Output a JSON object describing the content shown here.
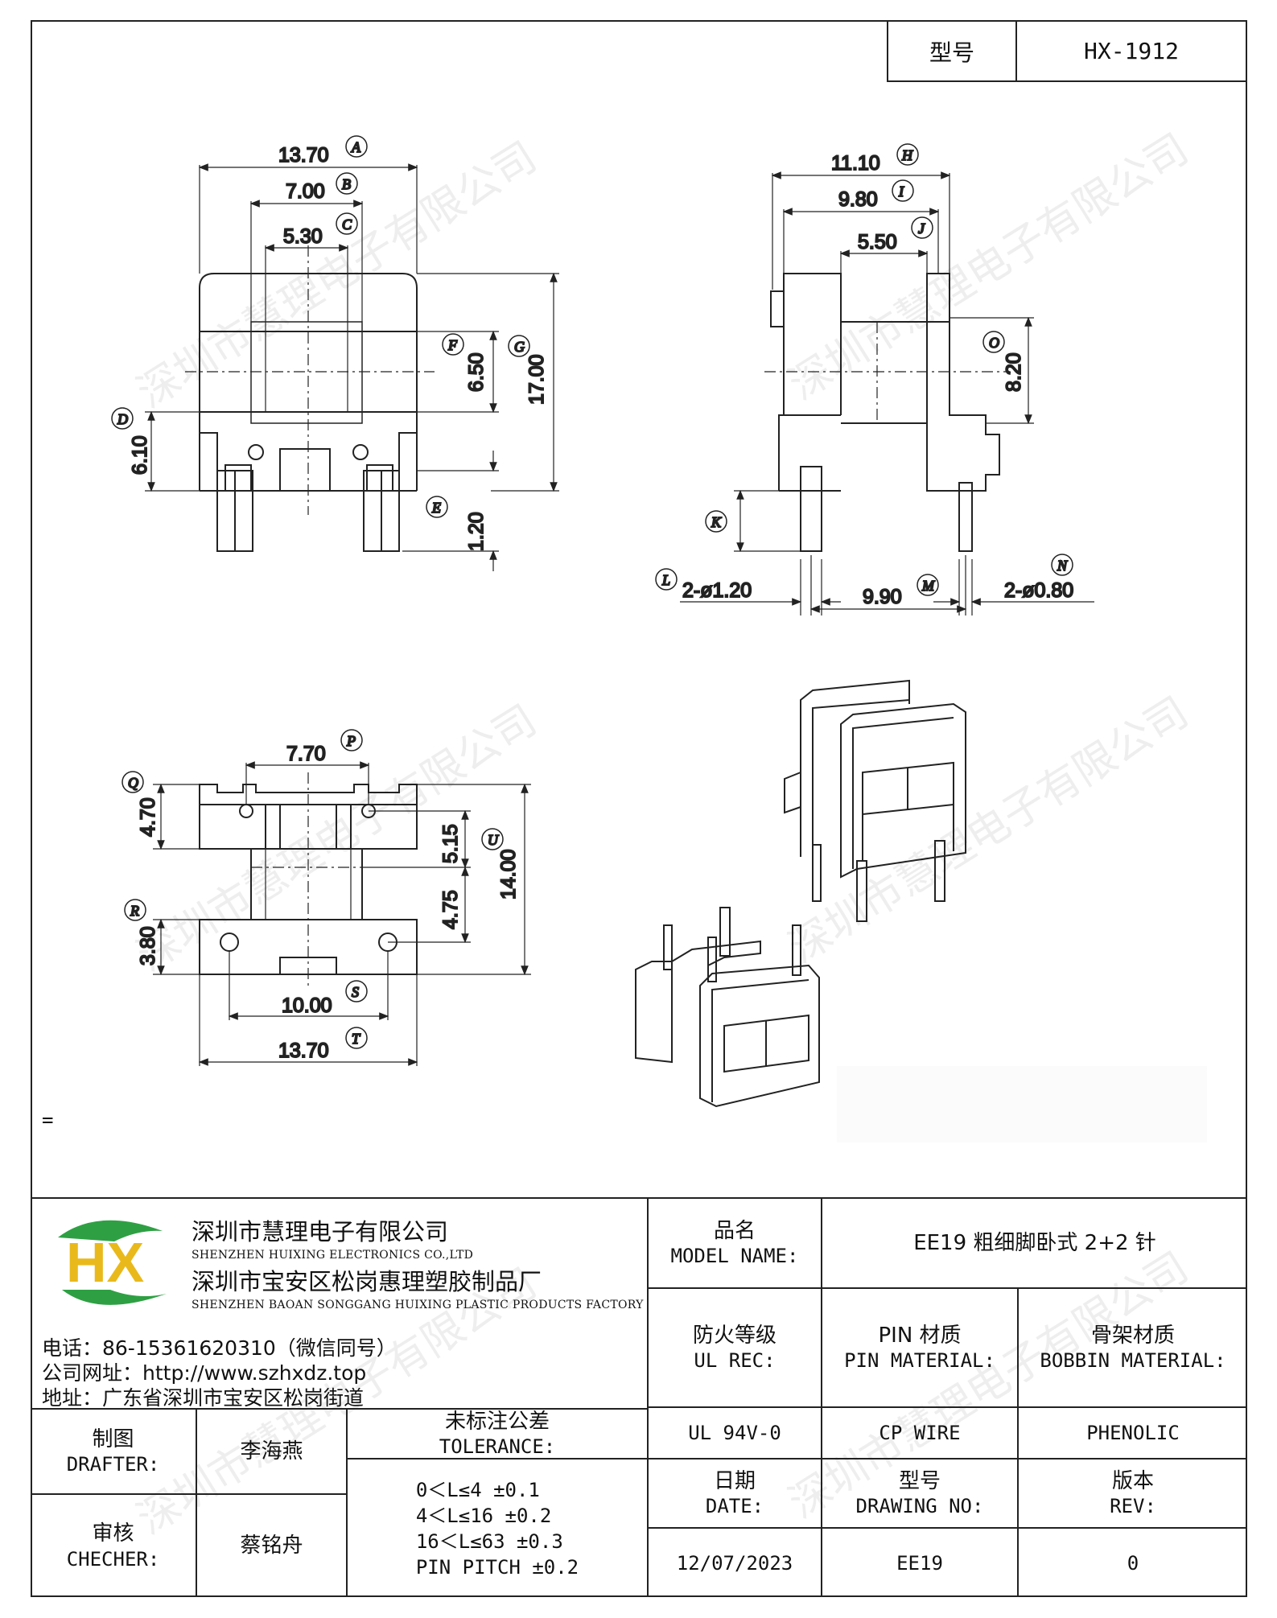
{
  "header": {
    "model_label": "型号",
    "model_value": "HX-1912"
  },
  "watermark": "深圳市慧理电子有限公司",
  "stray_mark": "=",
  "front_view": {
    "dims": {
      "a": "13.70",
      "b": "7.00",
      "c": "5.30",
      "f": "6.50",
      "g": "17.00",
      "d": "6.10",
      "e": "1.20"
    },
    "labels": {
      "a": "A",
      "b": "B",
      "c": "C",
      "d": "D",
      "e": "E",
      "f": "F",
      "g": "G"
    }
  },
  "side_view": {
    "dims": {
      "h": "11.10",
      "i": "9.80",
      "j": "5.50",
      "o": "8.20",
      "l": "2-ø1.20",
      "m": "9.90",
      "n": "2-ø0.80"
    },
    "labels": {
      "h": "H",
      "i": "I",
      "j": "J",
      "k": "K",
      "l": "L",
      "m": "M",
      "n": "N",
      "o": "O"
    }
  },
  "bottom_view": {
    "dims": {
      "p": "7.70",
      "q": "4.70",
      "u1": "5.15",
      "u2": "4.75",
      "u": "14.00",
      "r": "3.80",
      "s": "10.00",
      "t": "13.70"
    },
    "labels": {
      "p": "P",
      "q": "Q",
      "r": "R",
      "s": "S",
      "t": "T",
      "u": "U"
    }
  },
  "company": {
    "name_cn": "深圳市慧理电子有限公司",
    "name_en": "SHENZHEN HUIXING ELECTRONICS CO.,LTD",
    "factory_cn": "深圳市宝安区松岗惠理塑胶制品厂",
    "factory_en": "SHENZHEN BAOAN SONGGANG HUIXING PLASTIC PRODUCTS FACTORY",
    "phone": "电话：86-15361620310（微信同号）",
    "website": "公司网址：http://www.szhxdz.top",
    "address": "地址：广东省深圳市宝安区松岗街道",
    "logo_text": "HX"
  },
  "title_block": {
    "model_name_cn": "品名",
    "model_name_en": "MODEL NAME:",
    "model_name_value": "EE19 粗细脚卧式 2+2 针",
    "ul_cn": "防火等级",
    "ul_en": "UL REC:",
    "ul_value": "UL 94V-0",
    "pin_material_cn": "PIN 材质",
    "pin_material_en": "PIN MATERIAL:",
    "pin_material_value": "CP WIRE",
    "bobbin_material_cn": "骨架材质",
    "bobbin_material_en": "BOBBIN MATERIAL:",
    "bobbin_material_value": "PHENOLIC",
    "drafter_cn": "制图",
    "drafter_en": "DRAFTER:",
    "drafter_value": "李海燕",
    "checker_cn": "审核",
    "checker_en": "CHECHER:",
    "checker_value": "蔡铭舟",
    "tolerance_cn": "未标注公差",
    "tolerance_en": "TOLERANCE:",
    "tolerance_lines": [
      "0＜L≤4   ±0.1",
      "4＜L≤16  ±0.2",
      "16＜L≤63  ±0.3",
      "PIN PITCH  ±0.2"
    ],
    "date_cn": "日期",
    "date_en": "DATE:",
    "date_value": "12/07/2023",
    "drawing_no_cn": "型号",
    "drawing_no_en": "DRAWING NO:",
    "drawing_no_value": "EE19",
    "rev_cn": "版本",
    "rev_en": "REV:",
    "rev_value": "0"
  }
}
